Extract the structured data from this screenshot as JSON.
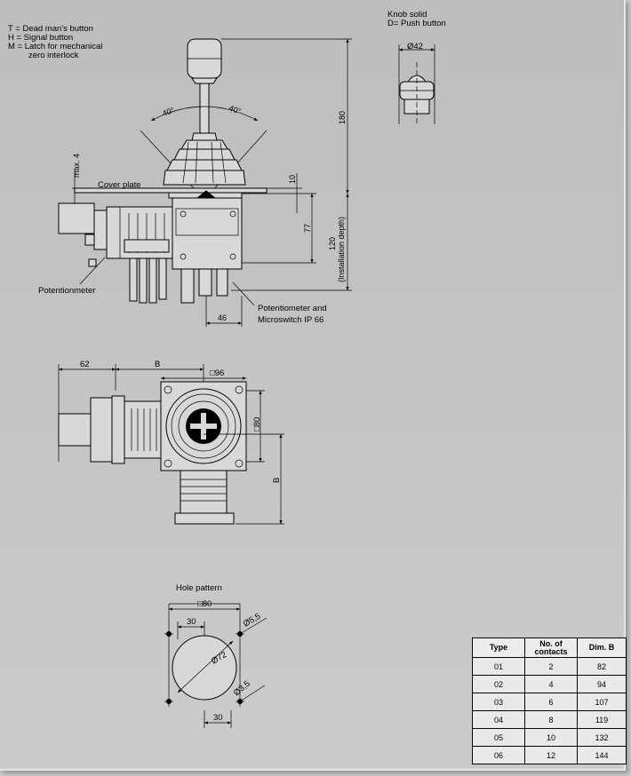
{
  "legend": {
    "t": "T = Dead man's button",
    "h": "H = Signal button",
    "m1": "M = Latch for mechanical",
    "m2": "zero interlock"
  },
  "knob": {
    "line1": "Knob solid",
    "line2": "D= Push button",
    "diameter": "Ø42"
  },
  "side_view": {
    "angle_left": "40°",
    "angle_right": "40°",
    "dim_max4": "max. 4",
    "cover_plate": "Cover plate",
    "dim_10": "10",
    "dim_77": "77",
    "dim_120": "120",
    "installation_depth": "(Installation depth)",
    "dim_180": "180",
    "potentiometer": "Potentionmeter",
    "dim_46": "46",
    "ip_note_1": "Potentiometer and",
    "ip_note_2": "Microswitch IP 66"
  },
  "top_view": {
    "dim_62": "62",
    "dim_b_top": "B",
    "dim_96": "□96",
    "dim_80": "□80",
    "dim_b_side": "B"
  },
  "hole_pattern": {
    "title": "Hole pattern",
    "dim_80": "□80",
    "dim_30_top": "30",
    "dia_55": "Ø5,5",
    "dia_72": "Ø72",
    "dia_35": "Ø3,5",
    "dim_30_bottom": "30"
  },
  "table": {
    "headers": [
      "Type",
      "No. of contacts",
      "Dim. B"
    ],
    "rows": [
      [
        "01",
        "2",
        "82"
      ],
      [
        "02",
        "4",
        "94"
      ],
      [
        "03",
        "6",
        "107"
      ],
      [
        "04",
        "8",
        "119"
      ],
      [
        "05",
        "10",
        "132"
      ],
      [
        "06",
        "12",
        "144"
      ]
    ]
  }
}
